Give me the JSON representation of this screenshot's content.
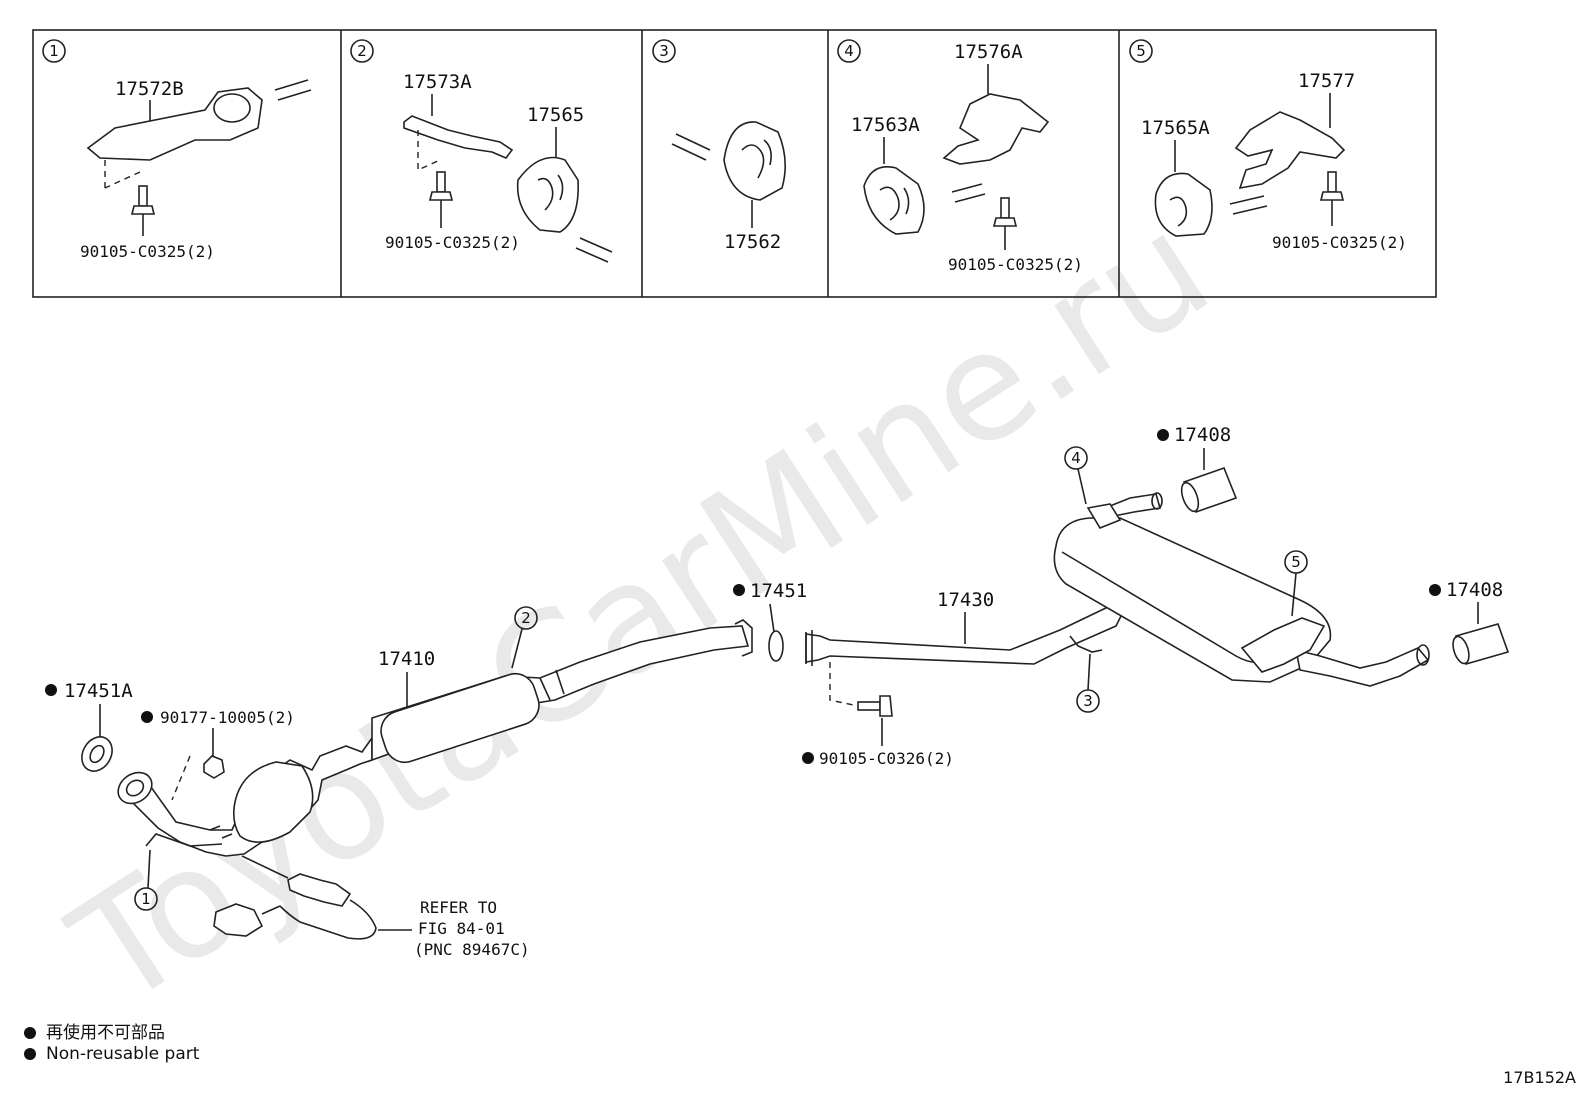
{
  "watermark": "ToyotaCarMine.ru",
  "panels": [
    {
      "num": "1",
      "parts": [
        "17572B",
        "90105-C0325(2)"
      ]
    },
    {
      "num": "2",
      "parts": [
        "17573A",
        "17565",
        "90105-C0325(2)"
      ]
    },
    {
      "num": "3",
      "parts": [
        "17562"
      ]
    },
    {
      "num": "4",
      "parts": [
        "17576A",
        "17563A",
        "90105-C0325(2)"
      ]
    },
    {
      "num": "5",
      "parts": [
        "17577",
        "17565A",
        "90105-C0325(2)"
      ]
    }
  ],
  "main": {
    "callouts": [
      "1",
      "2",
      "3",
      "4",
      "5"
    ],
    "labels": {
      "p17451A": "17451A",
      "p90177": "90177-10005(2)",
      "p17410": "17410",
      "p17451": "17451",
      "p17430": "17430",
      "p90105_c0326": "90105-C0326(2)",
      "p17408_top": "17408",
      "p17408_right": "17408"
    },
    "refer": [
      "REFER TO",
      "FIG 84-01",
      "(PNC 89467C)"
    ]
  },
  "legend": [
    {
      "text": "再使用不可部品"
    },
    {
      "text": "Non-reusable part"
    }
  ],
  "figure_code": "17B152A"
}
